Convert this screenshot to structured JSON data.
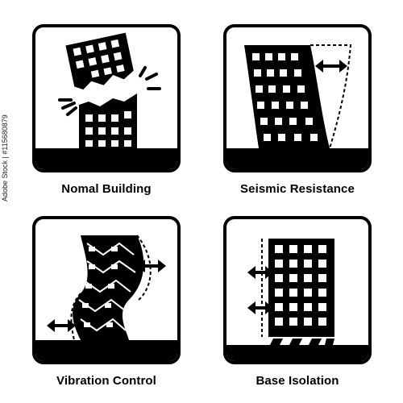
{
  "tiles": [
    {
      "label": "Nomal Building"
    },
    {
      "label": "Seismic Resistance"
    },
    {
      "label": "Vibration Control"
    },
    {
      "label": "Base Isolation"
    }
  ],
  "stock_id": "Adobe Stock | #115680879",
  "colors": {
    "ink": "#000000",
    "background": "#ffffff"
  },
  "icons": [
    "collapsing-building-icon",
    "swaying-building-icon",
    "damped-building-icon",
    "isolated-building-icon"
  ]
}
